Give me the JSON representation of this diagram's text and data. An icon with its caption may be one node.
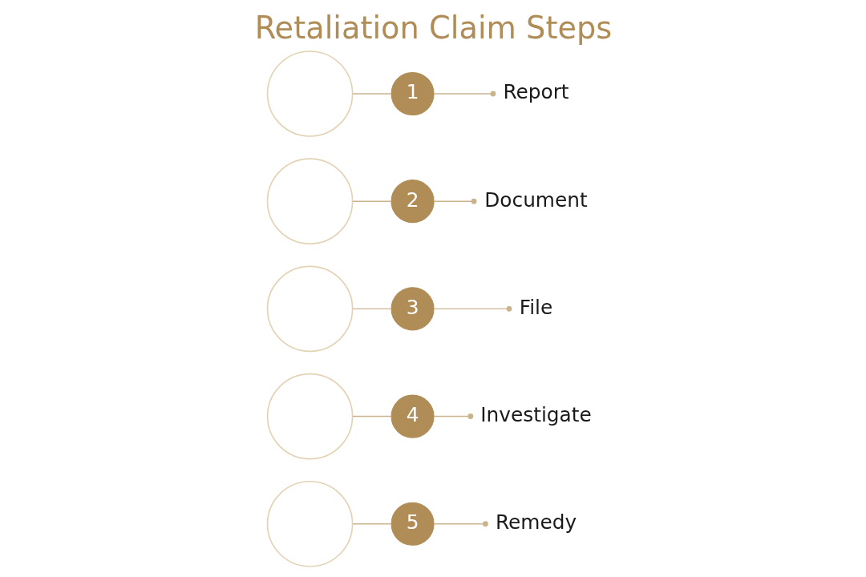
{
  "diagram": {
    "title": "Retaliation Claim Steps",
    "nodes": [
      {
        "text": [],
        "shape": "circle"
      },
      {
        "text": [
          "1"
        ]
      },
      {
        "text": [
          "Report"
        ]
      },
      {
        "text": [],
        "shape": "circle"
      },
      {
        "text": [
          "2"
        ]
      },
      {
        "text": [
          "Document"
        ]
      },
      {
        "text": [],
        "shape": "circle"
      },
      {
        "text": [
          "3"
        ]
      },
      {
        "text": [
          "File"
        ]
      },
      {
        "text": [],
        "shape": "circle"
      },
      {
        "text": [
          "4"
        ]
      },
      {
        "text": [
          "Investigate"
        ]
      },
      {
        "text": [],
        "shape": "circle"
      },
      {
        "text": [
          "5"
        ]
      },
      {
        "text": [
          "Remedy"
        ]
      }
    ],
    "edges": [
      {
        "from": 0,
        "to": 1,
        "arrow": "none"
      },
      {
        "from": 1,
        "to": 2,
        "arrow": "other"
      },
      {
        "from": 3,
        "to": 4,
        "arrow": "none"
      },
      {
        "from": 4,
        "to": 5,
        "arrow": "other"
      },
      {
        "from": 6,
        "to": 7,
        "arrow": "none"
      },
      {
        "from": 7,
        "to": 8,
        "arrow": "other"
      },
      {
        "from": 9,
        "to": 10,
        "arrow": "none"
      },
      {
        "from": 10,
        "to": 11,
        "arrow": "other"
      },
      {
        "from": 12,
        "to": 13,
        "arrow": "none"
      },
      {
        "from": 13,
        "to": 14,
        "arrow": "other"
      }
    ]
  }
}
